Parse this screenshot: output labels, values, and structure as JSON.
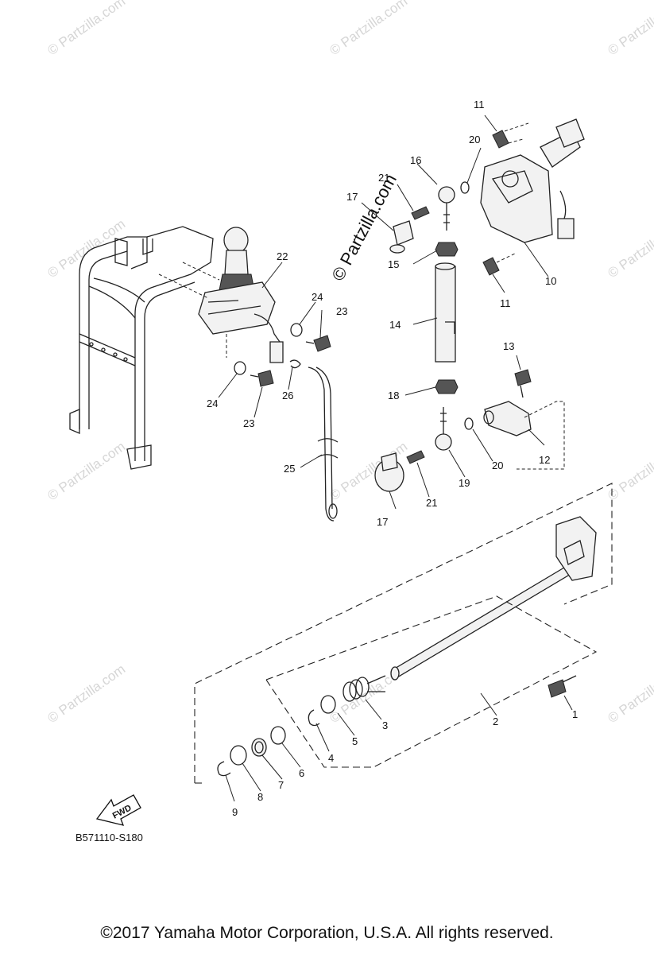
{
  "watermark": {
    "text": "© Partzilla.com",
    "center_text": "© Partzilla.com"
  },
  "callouts": [
    "1",
    "2",
    "3",
    "4",
    "5",
    "6",
    "7",
    "8",
    "9",
    "10",
    "11",
    "11",
    "12",
    "13",
    "14",
    "15",
    "16",
    "17",
    "17",
    "18",
    "19",
    "20",
    "20",
    "21",
    "21",
    "22",
    "23",
    "23",
    "24",
    "24",
    "25",
    "26"
  ],
  "fwd_label": "FWD",
  "figure_code": "B571110-S180",
  "copyright": "©2017  Yamaha Motor Corporation, U.S.A. All rights reserved."
}
